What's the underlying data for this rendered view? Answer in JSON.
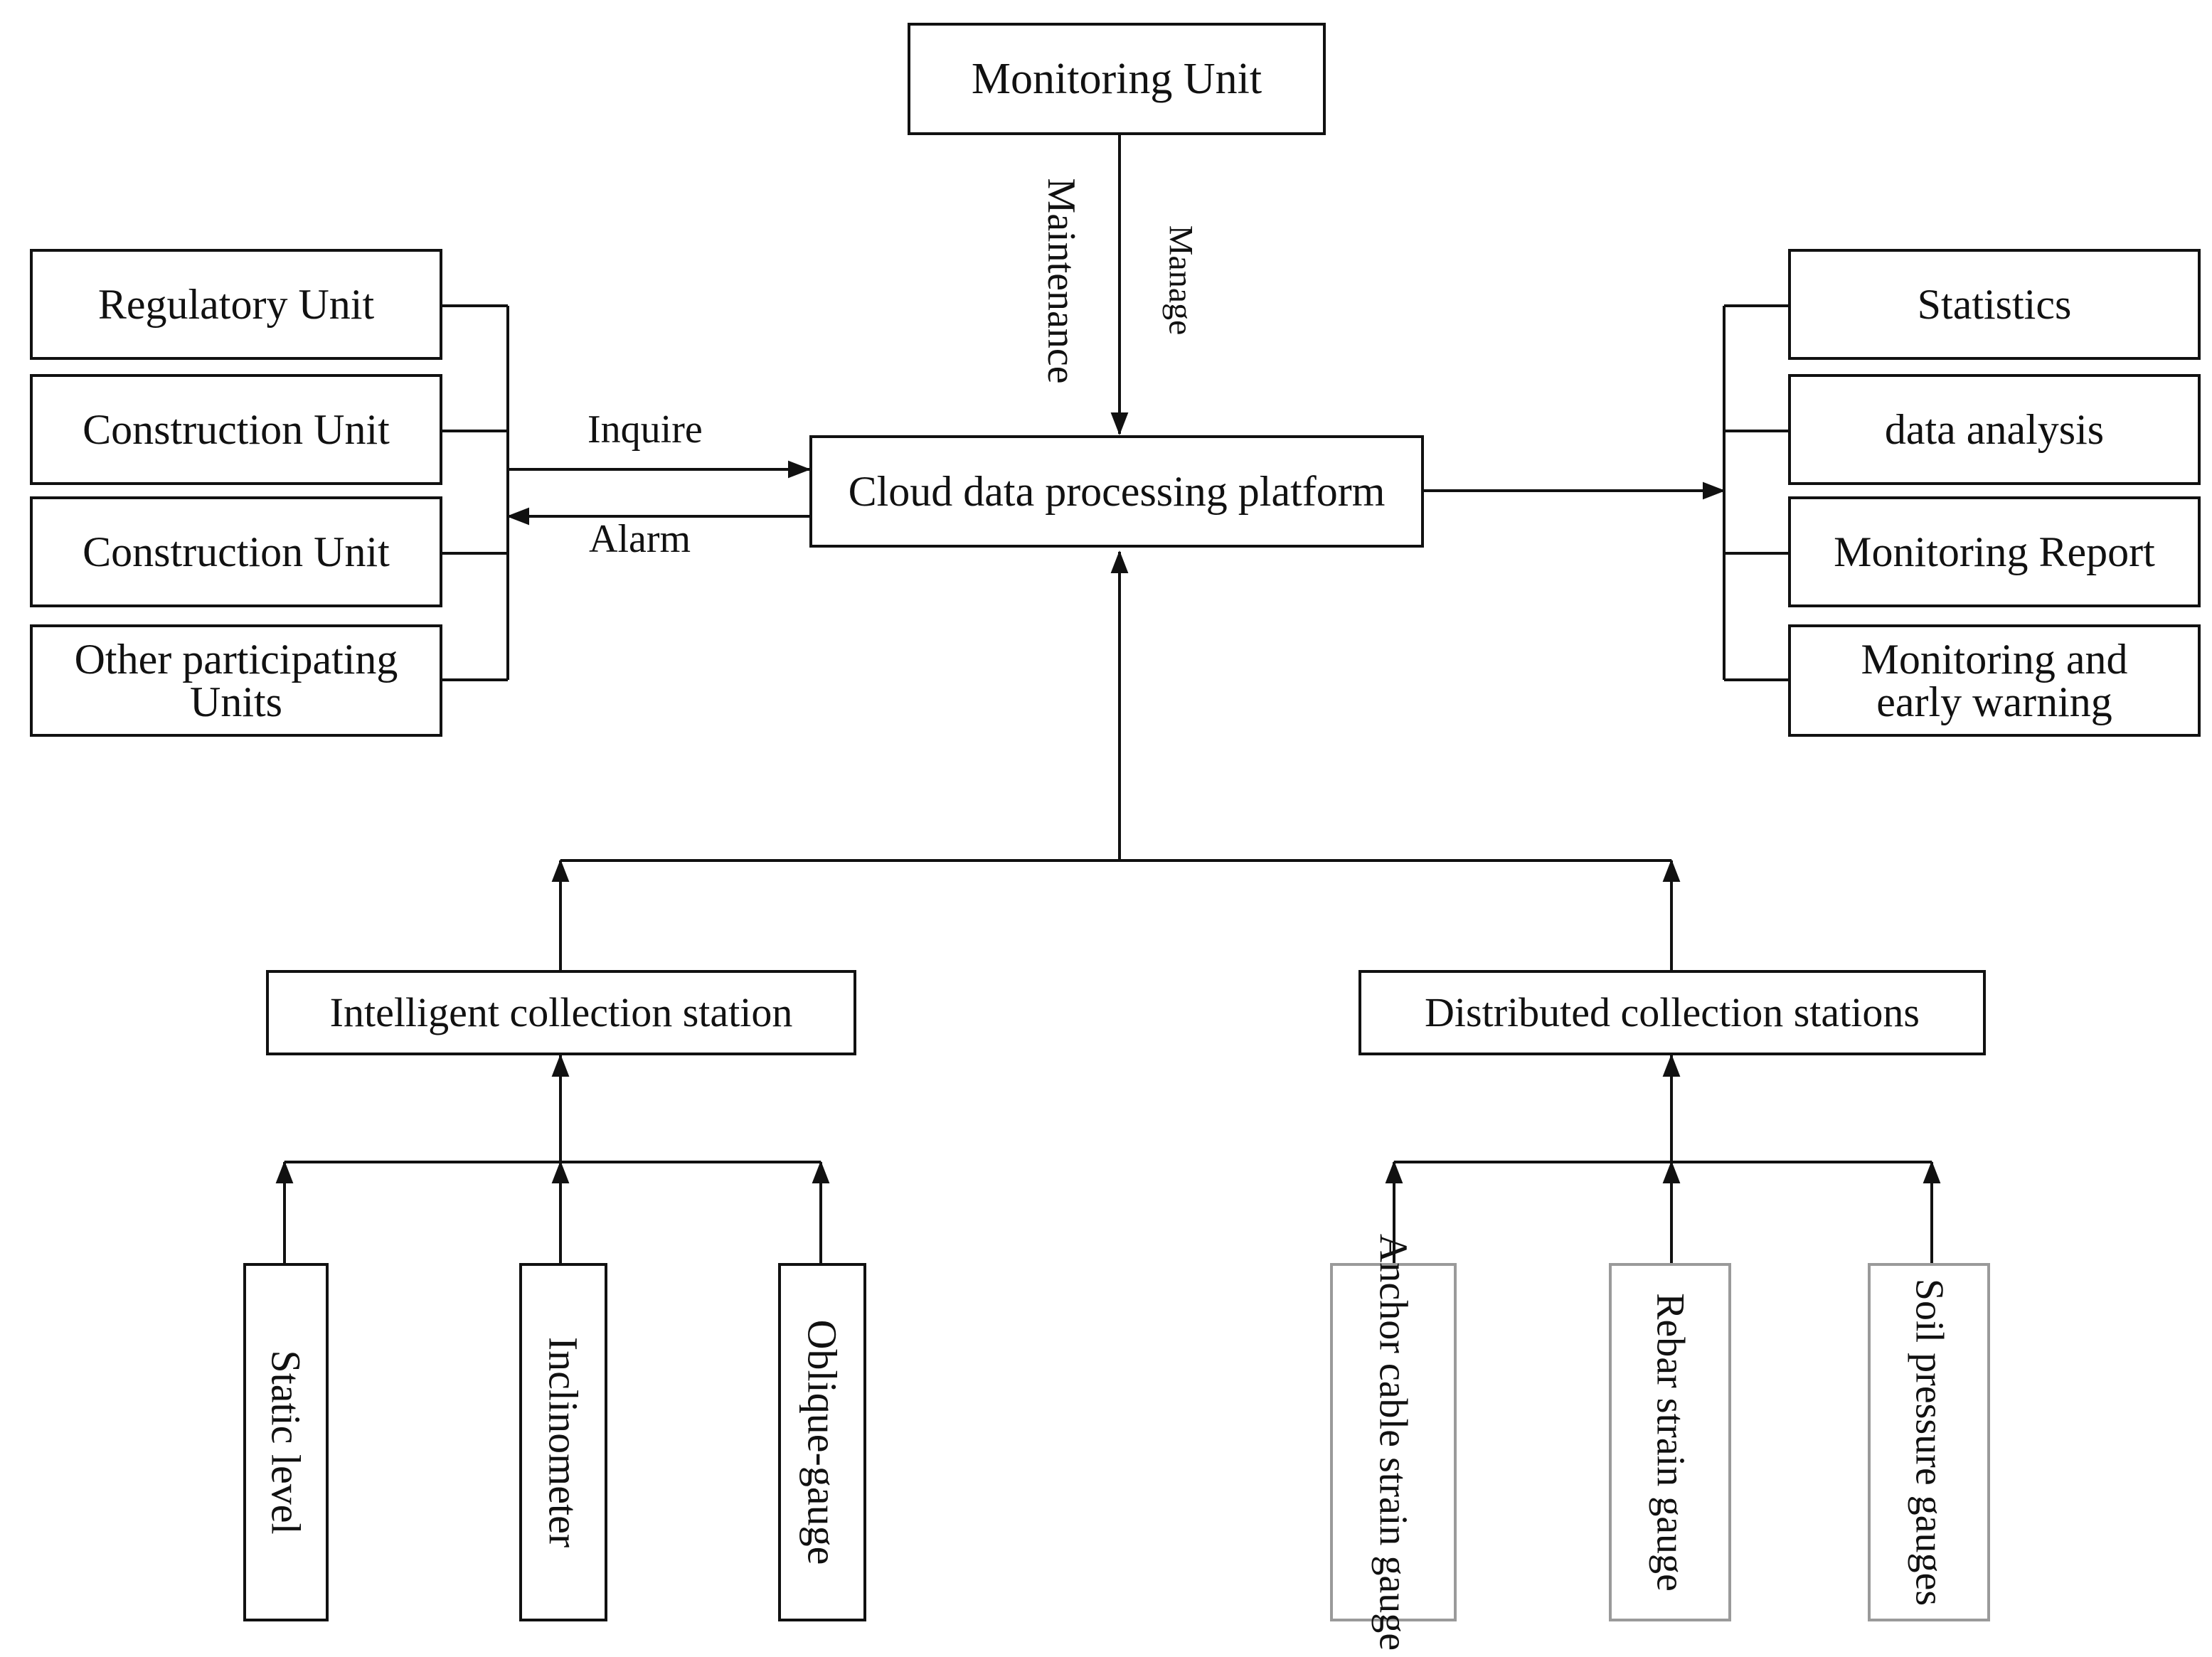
{
  "diagram": {
    "top_unit": "Monitoring Unit",
    "edge_maintenance": "Maintenance",
    "edge_manage": "Manage",
    "edge_inquire": "Inquire",
    "edge_alarm": "Alarm",
    "platform": "Cloud data processing platform",
    "left_units": [
      "Regulatory Unit",
      "Construction Unit",
      "Construction Unit",
      "Other participating\nUnits"
    ],
    "right_outputs": [
      "Statistics",
      "data analysis",
      "Monitoring Report",
      "Monitoring and\nearly warning"
    ],
    "intelligent_station": "Intelligent collection station",
    "distributed_stations": "Distributed collection stations",
    "intelligent_sensors": [
      "Static level",
      "Inclinometer",
      "Oblique-gauge"
    ],
    "distributed_sensors": [
      "Anchor cable\nstrain gauge",
      "Rebar strain\ngauge",
      "Soil pressure\ngauges"
    ]
  }
}
